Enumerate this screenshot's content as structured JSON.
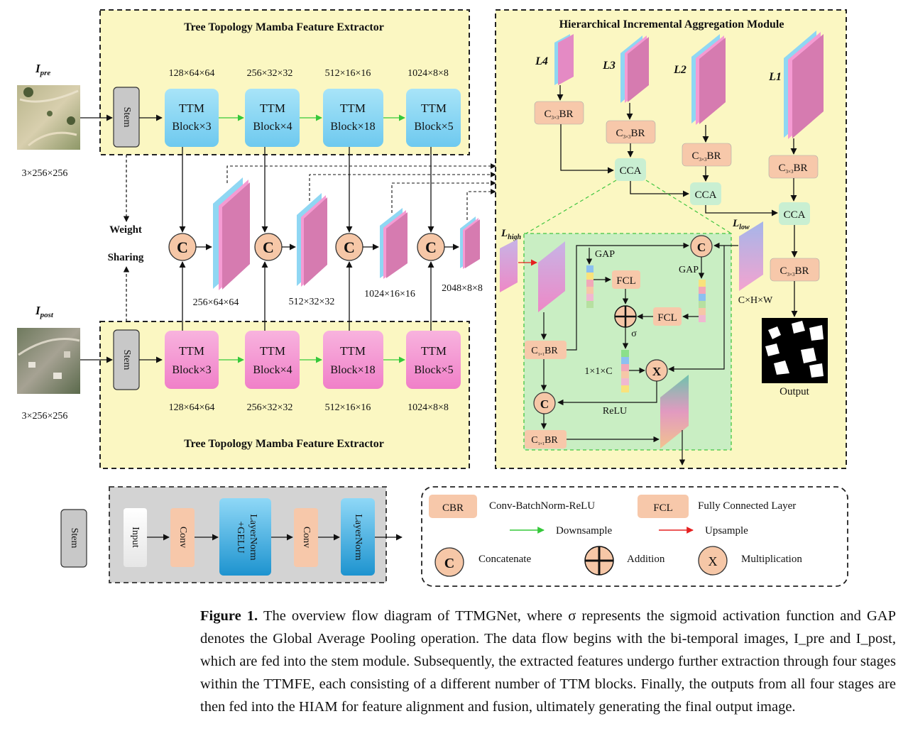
{
  "ttmfe": {
    "title_top": "Tree Topology Mamba Feature Extractor",
    "title_bottom": "Tree Topology Mamba Feature Extractor",
    "stem_label": "Stem",
    "block_top_label": "TTM",
    "blocks": [
      "Block×3",
      "Block×4",
      "Block×18",
      "Block×5"
    ],
    "top_dims": [
      "128×64×64",
      "256×32×32",
      "512×16×16",
      "1024×8×8"
    ],
    "bottom_dims": [
      "128×64×64",
      "256×32×32",
      "512×16×16",
      "1024×8×8"
    ],
    "concat_dims": [
      "256×64×64",
      "512×32×32",
      "1024×16×16",
      "2048×8×8"
    ],
    "input_dims_pre": "3×256×256",
    "input_dims_post": "3×256×256",
    "weight_label": "Weight",
    "sharing_label": "Sharing",
    "concat_symbol": "C"
  },
  "inputs": {
    "pre_main": "I",
    "pre_sub": "pre",
    "post_main": "I",
    "post_sub": "post"
  },
  "hiam": {
    "title": "Hierarchical Incremental Aggregation Module",
    "level_labels": [
      "L4",
      "L3",
      "L2",
      "L1"
    ],
    "cbr3_main": "C",
    "cbr3_sub": "3×3",
    "cbr3_tail": "BR",
    "cca_label": "CCA",
    "output_label": "Output",
    "l_high_main": "L",
    "l_high_sub": "high",
    "l_low_main": "L",
    "l_low_sub": "low",
    "chw_label": "C×H×W",
    "gap_label": "GAP",
    "fcl_label": "FCL",
    "sigma_label": "σ",
    "onebyone_label": "1×1×C",
    "relu_label": "ReLU",
    "cbr1_main": "C",
    "cbr1_sub": "1×1",
    "cbr1_tail": "BR",
    "mult_symbol": "X"
  },
  "stem_detail": {
    "stem_label": "Stem",
    "input_label": "Input",
    "conv_label": "Conv",
    "ln_gelu_line1": "LayerNorm",
    "ln_gelu_line2": "+GELU",
    "layernorm_label": "LayerNorm"
  },
  "legend": {
    "cbr_box": "CBR",
    "cbr_desc": "Conv-BatchNorm-ReLU",
    "fcl_box": "FCL",
    "fcl_desc": "Fully Connected Layer",
    "downsample": "Downsample",
    "upsample": "Upsample",
    "concat": "Concatenate",
    "addition": "Addition",
    "multiplication": "Multiplication",
    "concat_symbol": "C",
    "mult_symbol": "X"
  },
  "caption": {
    "label": "Figure 1.",
    "text": "The overview flow diagram of TTMGNet, where σ represents the sigmoid activation function and GAP denotes the Global Average Pooling operation. The data flow begins with the bi-temporal images, I_pre and I_post, which are fed into the stem module. Subsequently, the extracted features undergo further extraction through four stages within the TTMFE, each consisting of a different number of TTM blocks. Finally, the outputs from all four stages are then fed into the HIAM for feature alignment and fusion, ultimately generating the final output image."
  },
  "colors": {
    "ttmfe_bg": "#fbf7c2",
    "green_bg": "#c9eec3",
    "block_blue": "#8fd7f3",
    "block_pink": "#f59bd3",
    "cbr_fill": "#f7c8aa",
    "cca_fill": "#c9efd2",
    "circle_fill": "#f6c7a7",
    "downsample_arrow": "#35c83a",
    "upsample_arrow": "#e52020",
    "stem_grey": "#c8c8c8"
  }
}
